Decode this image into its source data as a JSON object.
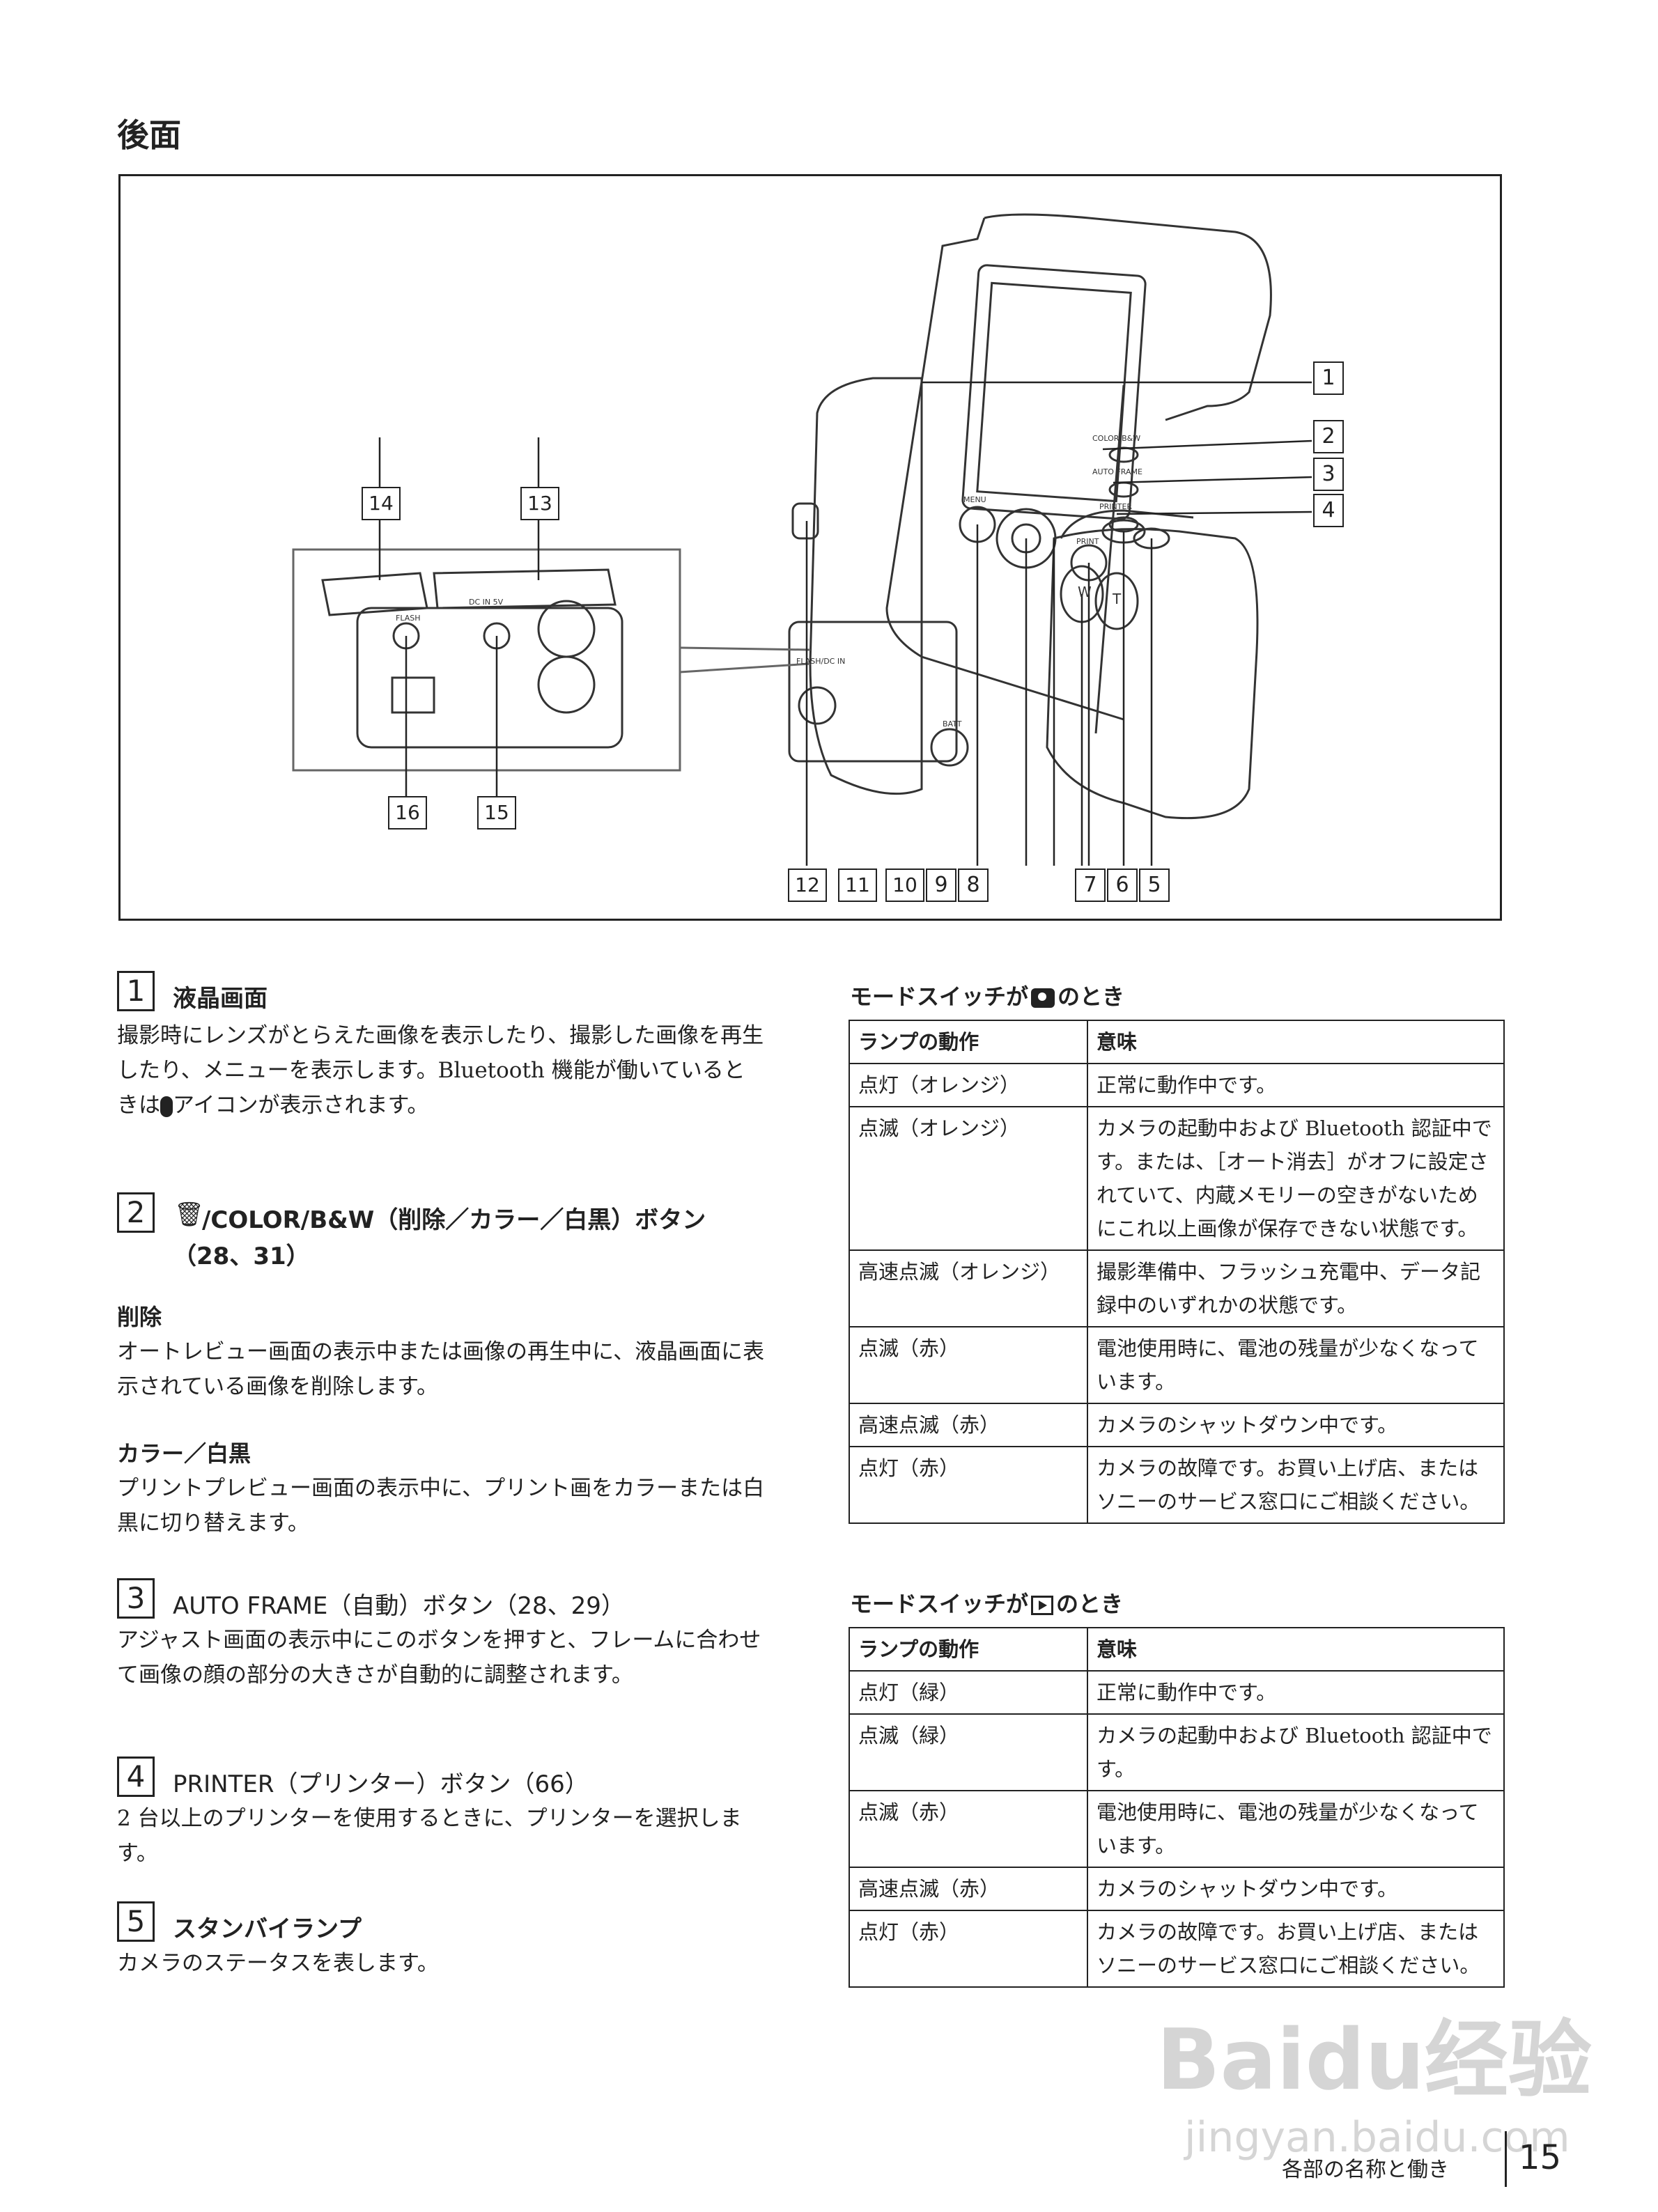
{
  "heading": "後面",
  "figure": {
    "callouts": [
      "1",
      "2",
      "3",
      "4",
      "5",
      "6",
      "7",
      "8",
      "9",
      "10",
      "11",
      "12",
      "13",
      "14",
      "15",
      "16"
    ],
    "labels": {
      "color_bw": "COLOR/B&W",
      "auto_frame": "AUTO FRAME",
      "printer": "PRINTER",
      "menu": "MENU",
      "print": "PRINT",
      "flash": "FLASH",
      "dc_in": "DC IN 5V",
      "batt": "BATT",
      "flash_dc": "FLASH/DC IN",
      "w": "W",
      "t": "T"
    }
  },
  "items": [
    {
      "num": "1",
      "title": "液晶画面",
      "body": "撮影時にレンズがとらえた画像を表示したり、撮影した画像を再生したり、メニューを表示します。",
      "body2": "Bluetooth 機能が働いているときは",
      "body3": "アイコンが表示されます。"
    },
    {
      "num": "2",
      "title": "/COLOR/B&W（削除／カラー／白黒）ボタン",
      "title2": "（28、31）"
    },
    {
      "num": "3",
      "title": "AUTO FRAME（自動）ボタン（28、29）",
      "body": "アジャスト画面の表示中にこのボタンを押すと、フレームに合わせて画像の顔の部分の大きさが自動的に調整されます。"
    },
    {
      "num": "4",
      "title": "PRINTER（プリンター）ボタン（66）",
      "body": "2 台以上のプリンターを使用するときに、プリンターを選択します。"
    },
    {
      "num": "5",
      "title": "スタンバイランプ",
      "body": "カメラのステータスを表します。"
    }
  ],
  "subsections": {
    "delete_head": "削除",
    "delete_body": "オートレビュー画面の表示中または画像の再生中に、液晶画面に表示されている画像を削除します。",
    "color_head": "カラー／白黒",
    "color_body": "プリントプレビュー画面の表示中に、プリント画をカラーまたは白黒に切り替えます。"
  },
  "table_camera": {
    "title_pre": "モードスイッチが",
    "title_post": "のとき",
    "headers": [
      "ランプの動作",
      "意味"
    ],
    "rows": [
      [
        "点灯（オレンジ）",
        "正常に動作中です。"
      ],
      [
        "点滅（オレンジ）",
        "カメラの起動中および Bluetooth 認証中です。または、［オート消去］がオフに設定されていて、内蔵メモリーの空きがないためにこれ以上画像が保存できない状態です。"
      ],
      [
        "高速点滅（オレンジ）",
        "撮影準備中、フラッシュ充電中、データ記録中のいずれかの状態です。"
      ],
      [
        "点滅（赤）",
        "電池使用時に、電池の残量が少なくなっています。"
      ],
      [
        "高速点滅（赤）",
        "カメラのシャットダウン中です。"
      ],
      [
        "点灯（赤）",
        "カメラの故障です。お買い上げ店、またはソニーのサービス窓口にご相談ください。"
      ]
    ]
  },
  "table_play": {
    "title_pre": "モードスイッチが",
    "title_post": "のとき",
    "headers": [
      "ランプの動作",
      "意味"
    ],
    "rows": [
      [
        "点灯（緑）",
        "正常に動作中です。"
      ],
      [
        "点滅（緑）",
        "カメラの起動中および Bluetooth 認証中です。"
      ],
      [
        "点滅（赤）",
        "電池使用時に、電池の残量が少なくなっています。"
      ],
      [
        "高速点滅（赤）",
        "カメラのシャットダウン中です。"
      ],
      [
        "点灯（赤）",
        "カメラの故障です。お買い上げ店、またはソニーのサービス窓口にご相談ください。"
      ]
    ]
  },
  "footer": {
    "text": "各部の名称と働き",
    "page": "15"
  },
  "watermark": {
    "text1": "Bai",
    "text2": "du",
    "text3": "经验",
    "url": "jingyan.baidu.com"
  }
}
